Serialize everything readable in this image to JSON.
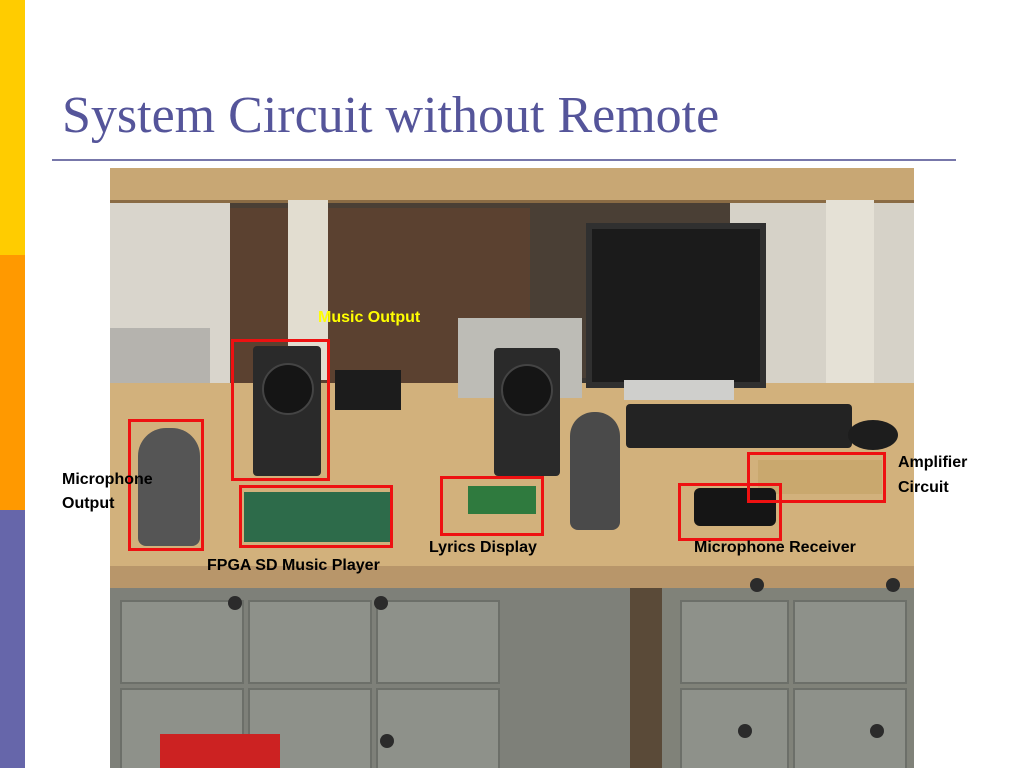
{
  "slide": {
    "title": "System Circuit without Remote"
  },
  "labels": {
    "music_output": "Music Output",
    "microphone_output_line1": "Microphone",
    "microphone_output_line2": "Output",
    "fpga": "FPGA SD Music Player",
    "lyrics": "Lyrics Display",
    "mic_receiver": "Microphone Receiver",
    "amplifier_line1": "Amplifier",
    "amplifier_line2": "Circuit"
  },
  "colors": {
    "title": "#55559a",
    "stripe_top": "#ffcc00",
    "stripe_middle": "#ff9900",
    "stripe_bottom": "#6666aa",
    "highlight_box": "#ee1111",
    "music_output_label": "#ffff00"
  }
}
